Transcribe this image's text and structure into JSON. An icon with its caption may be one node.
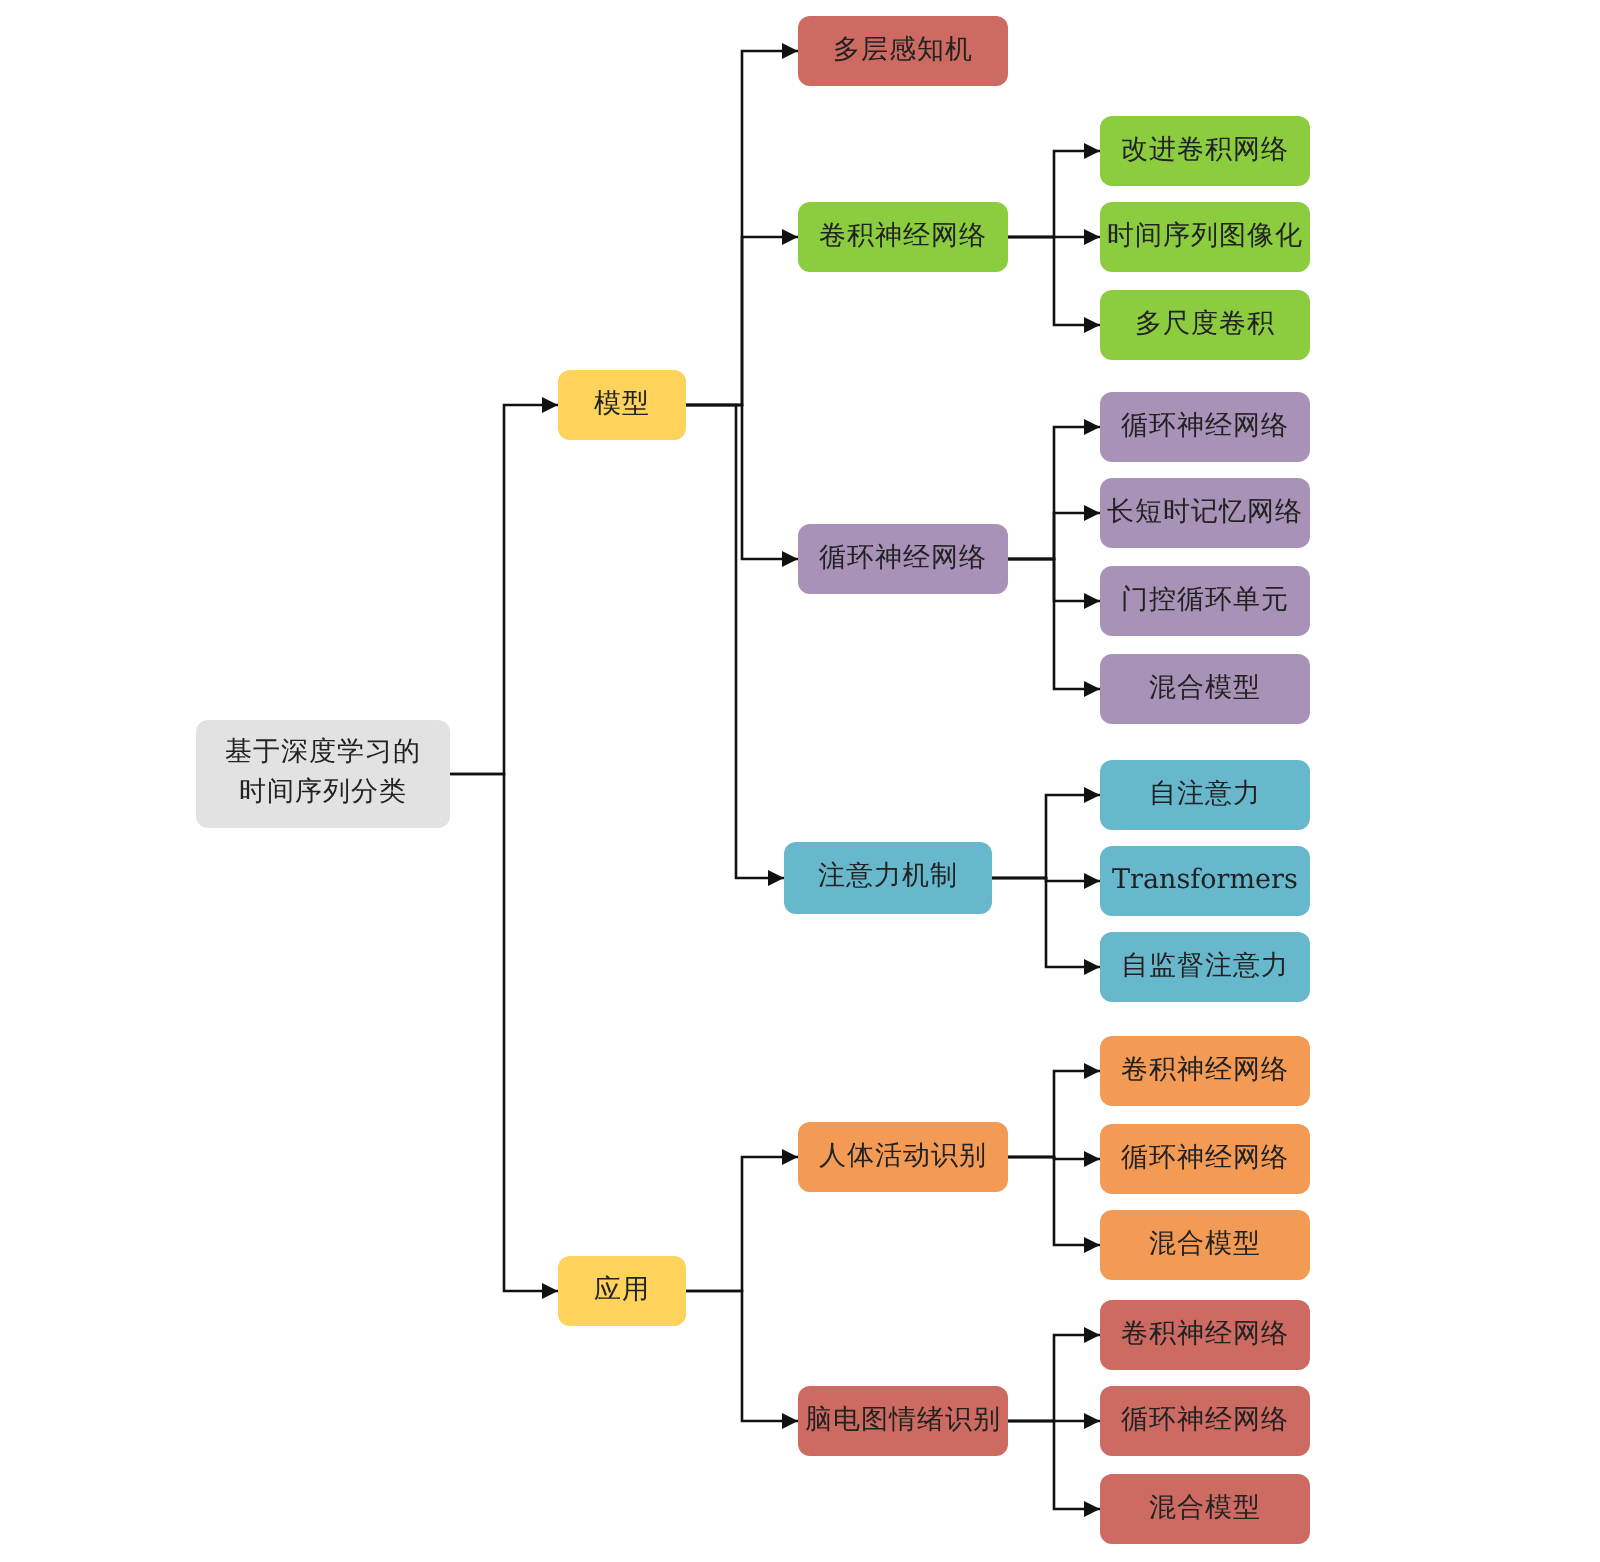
{
  "diagram": {
    "nodes": [
      {
        "text": [
          "基于深度学习的时间序列分类"
        ]
      },
      {
        "text": [
          "模型"
        ]
      },
      {
        "text": [
          "多层感知机"
        ]
      },
      {
        "text": [
          "卷积神经网络"
        ]
      },
      {
        "text": [
          "改进卷积网络"
        ]
      },
      {
        "text": [
          "时间序列图像化"
        ]
      },
      {
        "text": [
          "多尺度卷积"
        ]
      },
      {
        "text": [
          "循环神经网络"
        ]
      },
      {
        "text": [
          "循环神经网络"
        ]
      },
      {
        "text": [
          "长短时记忆网络"
        ]
      },
      {
        "text": [
          "门控循环单元"
        ]
      },
      {
        "text": [
          "混合模型"
        ]
      },
      {
        "text": [
          "注意力机制"
        ]
      },
      {
        "text": [
          "自注意力"
        ]
      },
      {
        "text": [
          "Transformers"
        ]
      },
      {
        "text": [
          "自监督注意力"
        ]
      },
      {
        "text": [
          "应用"
        ]
      },
      {
        "text": [
          "人体活动识别"
        ]
      },
      {
        "text": [
          "卷积神经网络"
        ]
      },
      {
        "text": [
          "循环神经网络"
        ]
      },
      {
        "text": [
          "混合模型"
        ]
      },
      {
        "text": [
          "脑电图情绪识别"
        ]
      },
      {
        "text": [
          "卷积神经网络"
        ]
      },
      {
        "text": [
          "循环神经网络"
        ]
      },
      {
        "text": [
          "混合模型"
        ]
      }
    ],
    "edges": [
      {
        "from": 0,
        "to": 1,
        "arrow": "to"
      },
      {
        "from": 0,
        "to": 16,
        "arrow": "to"
      },
      {
        "from": 1,
        "to": 2,
        "arrow": "to"
      },
      {
        "from": 1,
        "to": 3,
        "arrow": "to"
      },
      {
        "from": 1,
        "to": 7,
        "arrow": "to"
      },
      {
        "from": 1,
        "to": 12,
        "arrow": "to"
      },
      {
        "from": 3,
        "to": 4,
        "arrow": "to"
      },
      {
        "from": 3,
        "to": 5,
        "arrow": "to"
      },
      {
        "from": 3,
        "to": 6,
        "arrow": "to"
      },
      {
        "from": 7,
        "to": 8,
        "arrow": "to"
      },
      {
        "from": 7,
        "to": 9,
        "arrow": "to"
      },
      {
        "from": 7,
        "to": 10,
        "arrow": "to"
      },
      {
        "from": 7,
        "to": 11,
        "arrow": "to"
      },
      {
        "from": 12,
        "to": 13,
        "arrow": "to"
      },
      {
        "from": 12,
        "to": 14,
        "arrow": "to"
      },
      {
        "from": 12,
        "to": 15,
        "arrow": "to"
      },
      {
        "from": 16,
        "to": 17,
        "arrow": "to"
      },
      {
        "from": 16,
        "to": 21,
        "arrow": "to"
      },
      {
        "from": 17,
        "to": 18,
        "arrow": "to"
      },
      {
        "from": 17,
        "to": 19,
        "arrow": "to"
      },
      {
        "from": 17,
        "to": 20,
        "arrow": "to"
      },
      {
        "from": 21,
        "to": 22,
        "arrow": "to"
      },
      {
        "from": 21,
        "to": 23,
        "arrow": "to"
      },
      {
        "from": 21,
        "to": 24,
        "arrow": "to"
      }
    ]
  }
}
